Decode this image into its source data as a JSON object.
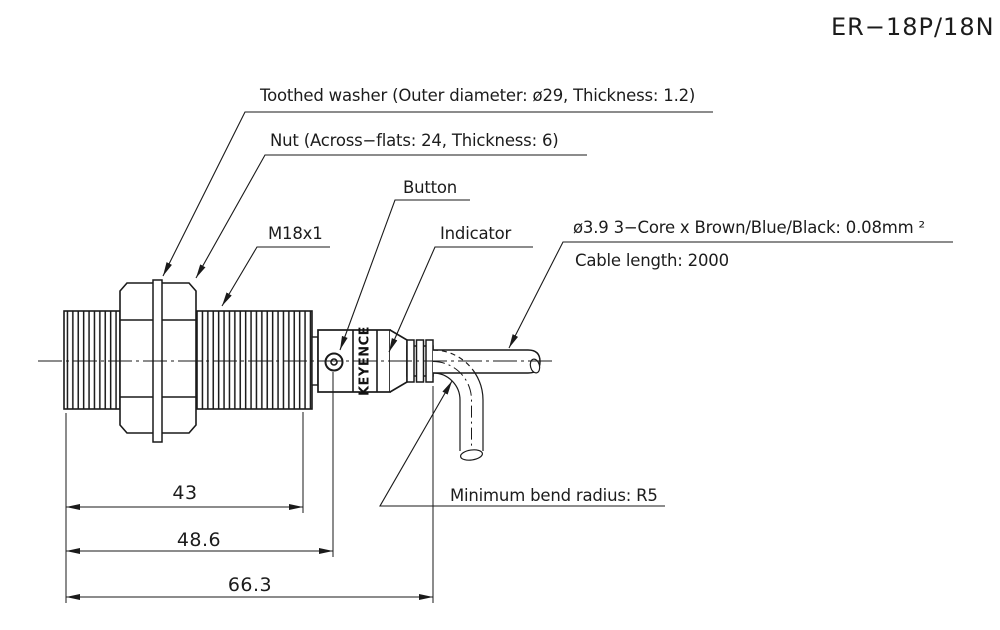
{
  "title": "ER−18P/18N",
  "drawing": {
    "labels": {
      "toothed_washer": "Toothed washer (Outer diameter: ø29, Thickness: 1.2)",
      "nut": "Nut (Across−flats: 24, Thickness: 6)",
      "button": "Button",
      "thread_spec": "M18x1",
      "indicator": "Indicator",
      "cable_spec": "ø3.9 3−Core x Brown/Blue/Black: 0.08mm ²",
      "cable_length": "Cable length: 2000",
      "min_bend_radius": "Minimum bend radius: R5",
      "brand": "KEYENCE"
    },
    "dimensions": {
      "thread_length": "43",
      "to_button": "48.6",
      "overall_length": "66.3"
    },
    "colors": {
      "line": "#1a1a1a",
      "background": "#ffffff"
    }
  }
}
